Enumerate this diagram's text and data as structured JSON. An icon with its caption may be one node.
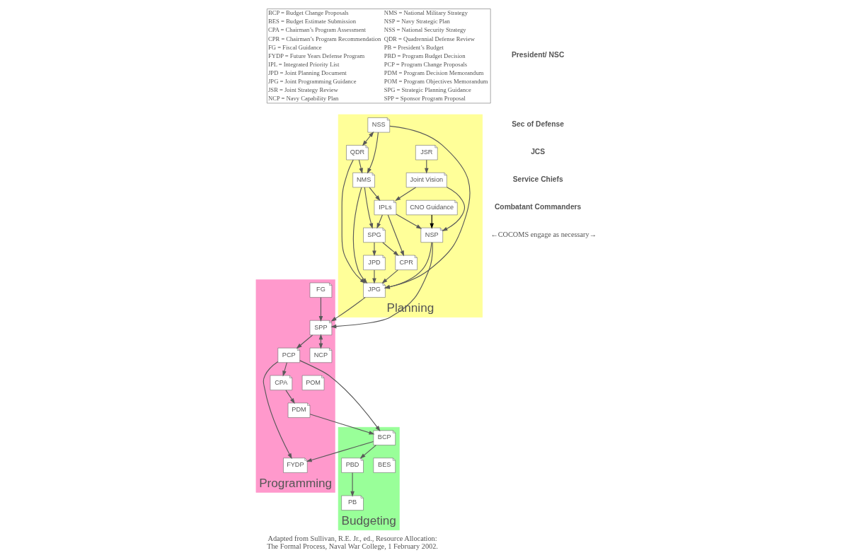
{
  "diagram": {
    "nodes": [
      {
        "text": [
          "Planning"
        ]
      },
      {
        "text": [
          "Programming"
        ]
      },
      {
        "text": [
          "Budgeting"
        ]
      },
      {
        "text": [
          "NSS"
        ],
        "in": 0
      },
      {
        "text": [
          "PB"
        ],
        "in": 2
      },
      {
        "text": [
          "QDR"
        ],
        "in": 0
      },
      {
        "text": [
          "JPG"
        ],
        "in": 0
      },
      {
        "text": [
          "FG"
        ],
        "in": 1
      },
      {
        "text": [
          "PDM"
        ],
        "in": 1
      },
      {
        "text": [
          "PBD"
        ],
        "in": 2
      },
      {
        "text": [
          "JSR"
        ],
        "in": 0
      },
      {
        "text": [
          "JPD"
        ],
        "in": 0
      },
      {
        "text": [
          "NMS"
        ],
        "in": 0
      },
      {
        "text": [
          "SPG"
        ],
        "in": 0
      },
      {
        "text": [
          "CPR"
        ],
        "in": 0
      },
      {
        "text": [
          "CPA"
        ],
        "in": 1
      },
      {
        "text": [
          "FYDP"
        ],
        "in": 1
      },
      {
        "text": [
          "Joint Vision"
        ],
        "in": 0
      },
      {
        "text": [
          "NSP"
        ],
        "in": 0
      },
      {
        "text": [
          "SPP"
        ],
        "in": 1
      },
      {
        "text": [
          "PCP"
        ],
        "in": 1
      },
      {
        "text": [
          "POM"
        ],
        "in": 1
      },
      {
        "text": [
          "BCP"
        ],
        "in": 2
      },
      {
        "text": [
          "BES"
        ],
        "in": 2
      },
      {
        "text": [
          "CNO Guidance"
        ],
        "in": 0
      },
      {
        "text": [
          "NCP"
        ],
        "in": 1
      },
      {
        "text": [
          "IPLs"
        ],
        "in": 0
      }
    ],
    "edges": [
      {
        "from": 3,
        "to": 5,
        "arrow": "both"
      },
      {
        "from": 3,
        "to": 12,
        "arrow": "to"
      },
      {
        "from": 3,
        "to": 6,
        "arrow": "to"
      },
      {
        "from": 5,
        "to": 6,
        "arrow": "to"
      },
      {
        "from": 5,
        "to": 12,
        "arrow": "to"
      },
      {
        "from": 12,
        "to": 6,
        "arrow": "to"
      },
      {
        "from": 11,
        "to": 6,
        "arrow": "to"
      },
      {
        "from": 14,
        "to": 6,
        "arrow": "to"
      },
      {
        "from": 18,
        "to": 6,
        "arrow": "to"
      },
      {
        "from": 6,
        "to": 19,
        "arrow": "to"
      },
      {
        "from": 7,
        "to": 19,
        "arrow": "to"
      },
      {
        "from": 10,
        "to": 17,
        "arrow": "to"
      },
      {
        "from": 12,
        "to": 13,
        "arrow": "to"
      },
      {
        "from": 13,
        "to": 11,
        "arrow": "to"
      },
      {
        "from": 13,
        "to": 14,
        "arrow": "to"
      },
      {
        "from": 12,
        "to": 26,
        "arrow": "to"
      },
      {
        "from": 17,
        "to": 26,
        "arrow": "to"
      },
      {
        "from": 17,
        "to": 18,
        "arrow": "to"
      },
      {
        "from": 26,
        "to": 13,
        "arrow": "to"
      },
      {
        "from": 26,
        "to": 14,
        "arrow": "to"
      },
      {
        "from": 26,
        "to": 18,
        "arrow": "to"
      },
      {
        "from": 24,
        "to": 18,
        "arrow": "to",
        "color": "#000000"
      },
      {
        "from": 18,
        "to": 19,
        "arrow": "to"
      },
      {
        "from": 19,
        "to": 25,
        "arrow": "both"
      },
      {
        "from": 19,
        "to": 20,
        "arrow": "to"
      },
      {
        "from": 20,
        "to": 15,
        "arrow": "to"
      },
      {
        "from": 15,
        "to": 8,
        "arrow": "to"
      },
      {
        "from": 20,
        "to": 16,
        "arrow": "to"
      },
      {
        "from": 20,
        "to": 22,
        "arrow": "to"
      },
      {
        "from": 22,
        "to": 16,
        "arrow": "to"
      },
      {
        "from": 8,
        "to": 22,
        "arrow": "to"
      },
      {
        "from": 22,
        "to": 9,
        "arrow": "to"
      },
      {
        "from": 9,
        "to": 4,
        "arrow": "to"
      }
    ],
    "labels": [
      "BCP = Budget Change Proposals",
      "NMS = National Military Strategy",
      "BES = Budget Estimate Submission",
      "NSP = Navy Strategic Plan",
      "CPA = Chairman’s Program Assessment",
      "NSS = National Security Strategy",
      "CPR = Chairman’s Program Recommendation",
      "QDR = Quadrennial Defense Review",
      "FG = Fiscal Guidance",
      "PB = President’s Budget",
      "FYDP = Future Years Defense Program",
      "PBD = Program Budget Decision",
      "IPL = Integrated Priority List",
      "PCP = Program Change Proposals",
      "JPD = Joint Planning Document",
      "PDM = Program Decision Memorandum",
      "JPG = Joint Programming Guidance",
      "POM = Program Objectives Memorandum",
      "JSR = Joint Strategy Review",
      "SPG = Strategic Planning Guidance",
      "NCP = Navy Capability Plan",
      "SPP = Sponsor Program Proposal",
      "President/ NSC",
      "Sec of Defense",
      "JCS",
      "Service Chiefs",
      "Combatant Commanders",
      "←COCOMS engage as necessary→",
      "Adapted from Sullivan, R.E. Jr., ed., Resource Allocation: The Formal Process, Naval War College, 1 February 2002."
    ]
  }
}
